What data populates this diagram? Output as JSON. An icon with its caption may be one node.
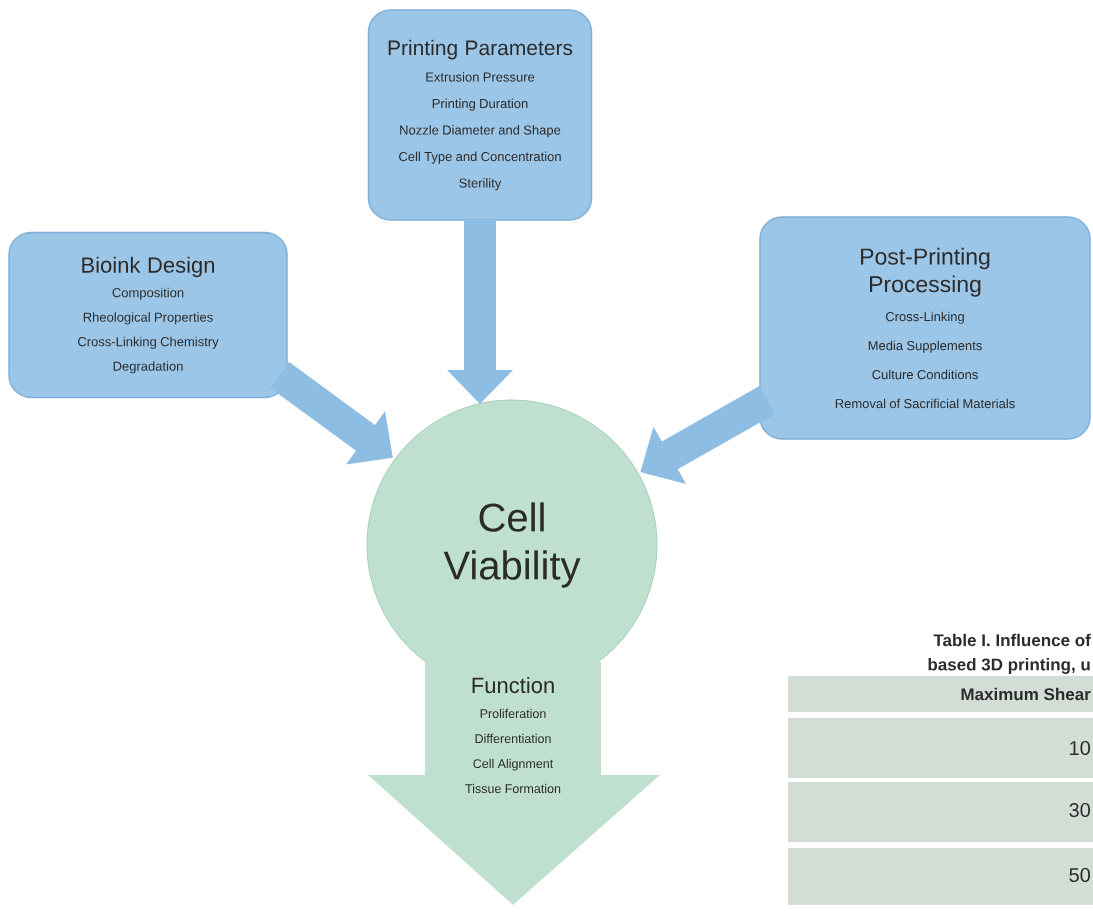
{
  "diagram": {
    "nodes": [
      {
        "text": [
          "Printing Parameters",
          "Extrusion Pressure",
          "Printing Duration",
          "Nozzle Diameter and Shape",
          "Cell Type and Concentration",
          "Sterility"
        ]
      },
      {
        "text": [
          "Bioink Design",
          "Composition",
          "Rheological Properties",
          "Cross-Linking Chemistry",
          "Degradation"
        ]
      },
      {
        "text": [
          "Post-Printing Processing",
          "Cross-Linking",
          "Media Supplements",
          "Culture Conditions",
          "Removal of Sacrificial Materials"
        ]
      },
      {
        "text": [
          "Cell Viability"
        ]
      },
      {
        "text": [
          "Function",
          "Proliferation",
          "Differentiation",
          "Cell Alignment",
          "Tissue Formation"
        ]
      }
    ],
    "edges": [
      {
        "from": 0,
        "to": 3,
        "arrow": "to"
      },
      {
        "from": 1,
        "to": 3,
        "arrow": "to"
      },
      {
        "from": 2,
        "to": 3,
        "arrow": "to"
      }
    ],
    "labels": [
      "Table I.  Influence of",
      "based 3D printing, u",
      "Maximum Shear",
      "10",
      "30",
      "50"
    ]
  }
}
